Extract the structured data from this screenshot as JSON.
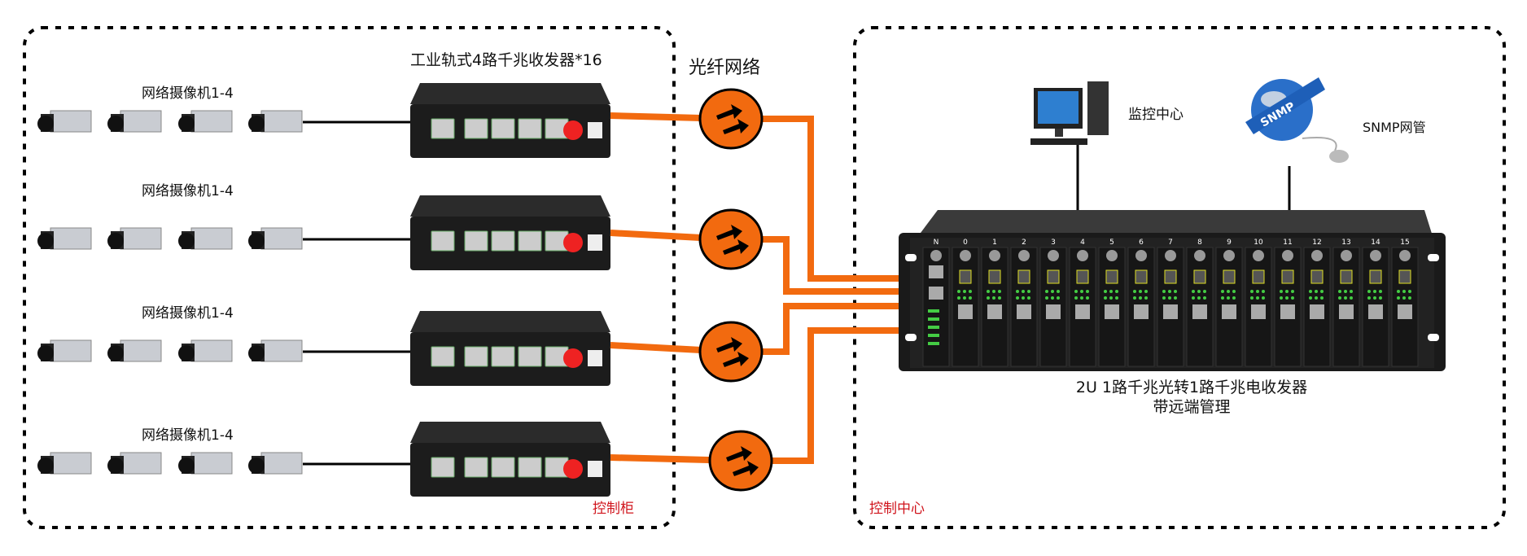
{
  "left_zone": {
    "label": "控制柜",
    "transceiver_title": "工业轨式4路千兆收发器*16",
    "camera_groups": [
      {
        "label": "网络摄像机1-4"
      },
      {
        "label": "网络摄像机1-4"
      },
      {
        "label": "网络摄像机1-4"
      },
      {
        "label": "网络摄像机1-4"
      }
    ]
  },
  "fiber_label": "光纤网络",
  "right_zone": {
    "label": "控制中心",
    "monitor_label": "监控中心",
    "snmp_label": "SNMP网管",
    "chassis_title_line1": "2U 1路千兆光转1路千兆电收发器",
    "chassis_title_line2": "带远端管理",
    "slot_labels": [
      "N",
      "0",
      "1",
      "2",
      "3",
      "4",
      "5",
      "6",
      "7",
      "8",
      "9",
      "10",
      "11",
      "12",
      "13",
      "14",
      "15"
    ]
  },
  "colors": {
    "fiber": "#f26a0f",
    "accent_red": "#d0141c",
    "device": "#1c1c1c"
  }
}
